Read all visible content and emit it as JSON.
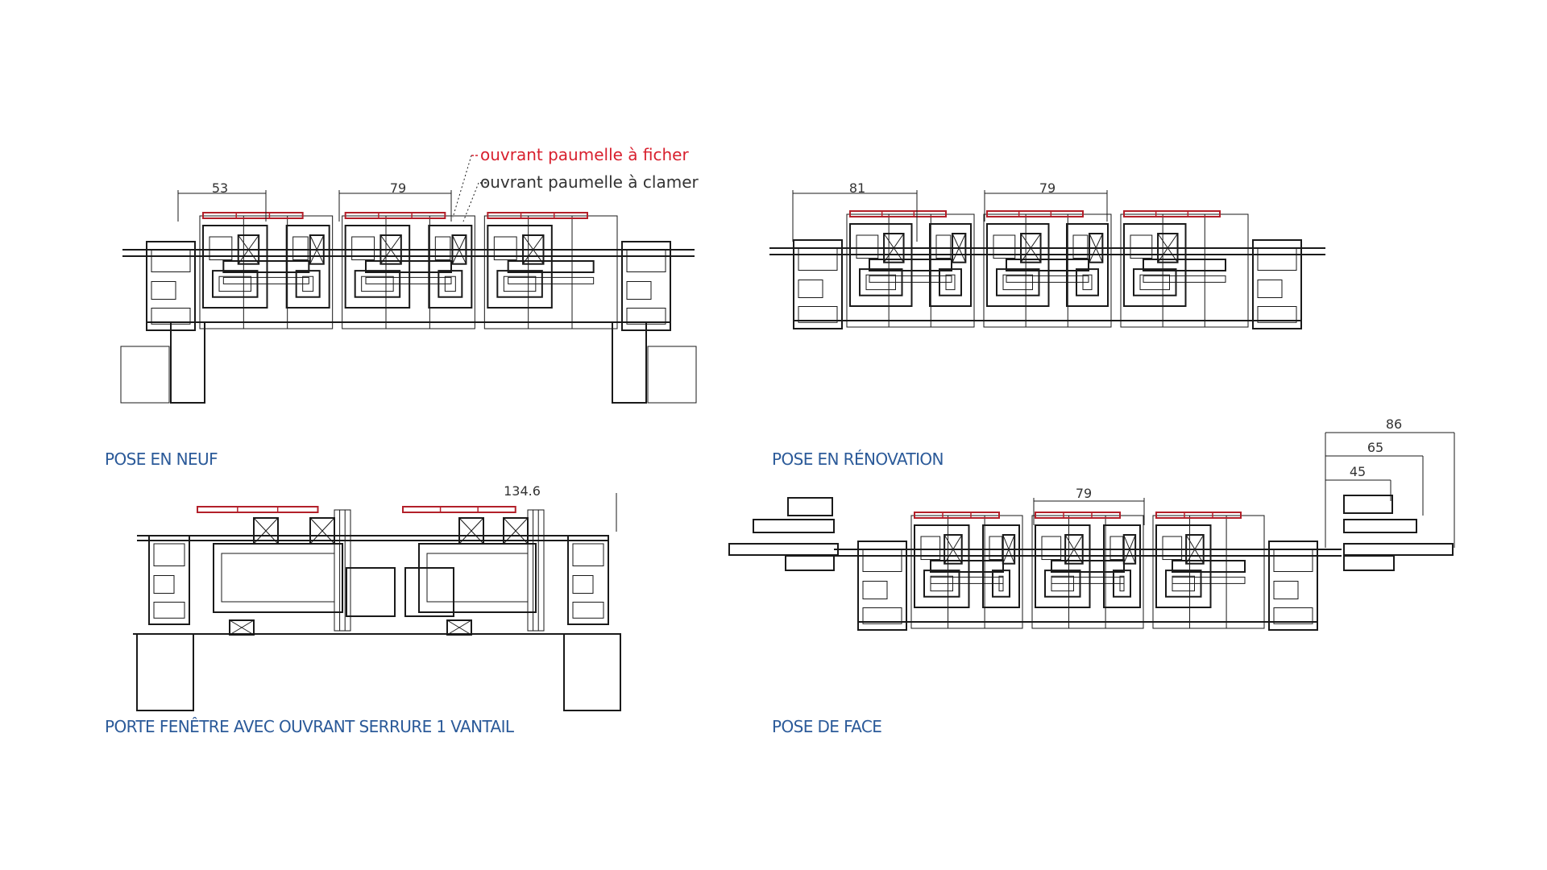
{
  "colors": {
    "line": "#1a1a1a",
    "accent_red": "#b3202a",
    "caption_blue": "#2b5a99",
    "legend_red": "#d8202e",
    "legend_dark": "#333333"
  },
  "legend": {
    "ficher": "ouvrant paumelle à ficher",
    "clamer": "ouvrant paumelle à clamer"
  },
  "panels": {
    "neuf": {
      "caption": "POSE EN NEUF",
      "dim_a": "53",
      "dim_b": "79"
    },
    "renov": {
      "caption": "POSE EN RÉNOVATION",
      "dim_a": "81",
      "dim_b": "79"
    },
    "porte": {
      "caption": "PORTE FENÊTRE AVEC OUVRANT SERRURE 1 VANTAIL",
      "dim_a": "134.6"
    },
    "face": {
      "caption": "POSE DE FACE",
      "dim_b": "79",
      "dim_c": "86",
      "dim_d": "65",
      "dim_e": "45"
    }
  }
}
